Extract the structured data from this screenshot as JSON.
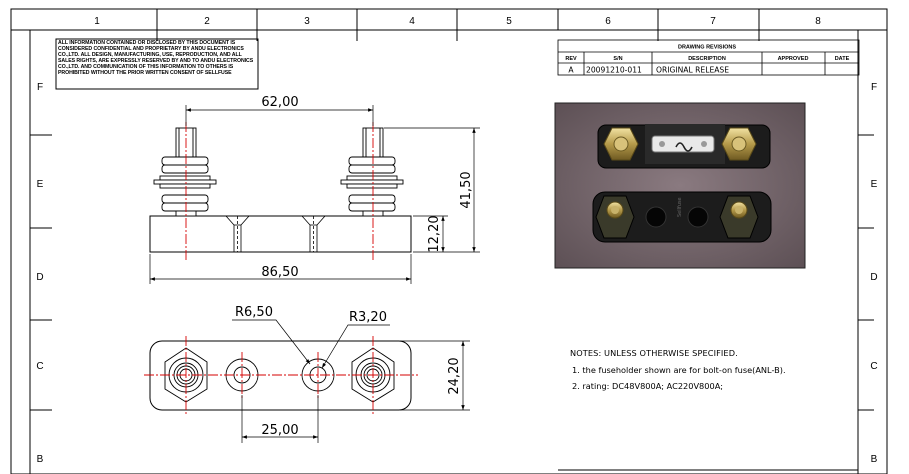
{
  "frame": {
    "columns": [
      "1",
      "2",
      "3",
      "4",
      "5",
      "6",
      "7",
      "8"
    ],
    "rows": [
      "F",
      "E",
      "D",
      "C",
      "B"
    ]
  },
  "disclaimer": "ALL INFORMATION CONTAINED OR DISCLOSED BY THIS DOCUMENT IS CONSIDERED CONFIDENTIAL AND PROPRIETARY BY ANDU ELECTRONICS CO.,LTD. ALL DESIGN, MANUFACTURING, USE, REPRODUCTION, AND ALL SALES RIGHTS, ARE EXPRESSLY RESERVED BY AND TO ANDU ELECTRONICS CO.,LTD. AND COMMUNICATION OF THIS INFORMATION TO OTHERS IS PROHIBITED WITHOUT THE PRIOR WRITTEN CONSENT OF Sellfuse",
  "revisions": {
    "title": "DRAWING REVISIONS",
    "headers": {
      "rev": "REV",
      "sn": "S/N",
      "description": "DESCRIPTION",
      "approved": "APPROVED",
      "date": "DATE"
    },
    "rows": [
      {
        "rev": "A",
        "sn": "20091210-011",
        "description": "ORIGINAL RELEASE",
        "approved": "",
        "date": ""
      }
    ]
  },
  "dimensions": {
    "top_span": "62,00",
    "total_height": "41,50",
    "base_height": "12,20",
    "base_length": "86,50",
    "r_outer": "R6,50",
    "r_inner": "R3,20",
    "plan_width": "24,20",
    "hole_spacing": "25,00"
  },
  "notes": {
    "title": "NOTES: UNLESS OTHERWISE SPECIFIED.",
    "items": [
      "1. the fuseholder shown are for bolt-on fuse(ANL-B).",
      "2. rating: DC48V800A; AC220V800A;"
    ]
  },
  "colors": {
    "centerline": "#d40000",
    "line": "#000000",
    "photo_bg": "#7c6c72"
  }
}
